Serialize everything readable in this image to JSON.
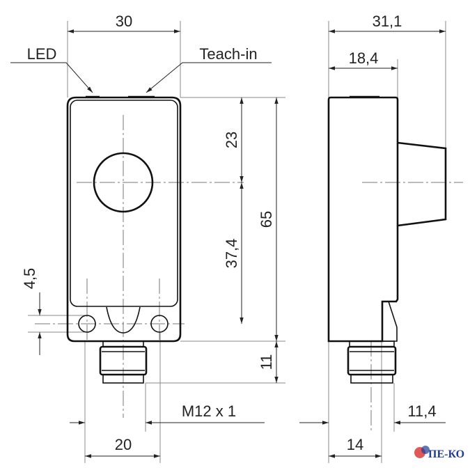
{
  "dimensions": {
    "width_front": "30",
    "depth_total": "31,1",
    "depth_body": "18,4",
    "height_top_to_lens": "23",
    "height_lens_to_holes": "37,4",
    "height_body": "65",
    "connector_length": "11",
    "hole_offset": "4,5",
    "thread": "M12 x 1",
    "hole_spacing": "20",
    "connector_offset_side": "14",
    "connector_width_side": "11,4"
  },
  "labels": {
    "led": "LED",
    "teach_in": "Teach-in"
  },
  "logo": {
    "text": "ПЕ-КО",
    "colors": [
      "#1f3c99",
      "#d9302c"
    ]
  }
}
